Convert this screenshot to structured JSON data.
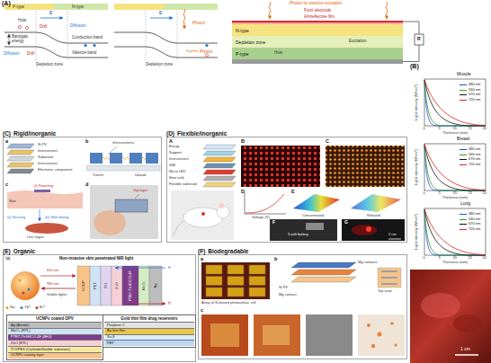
{
  "diagram": {
    "nodes": [
      {
        "text": [
          "N-type"
        ]
      },
      {
        "text": [
          "Depletion zone"
        ]
      },
      {
        "text": [
          "P-type"
        ]
      },
      {
        "text": [
          "(C)",
          "Rigid/inorganic"
        ]
      },
      {
        "text": [
          "(D)",
          "Flexible/inorganic"
        ]
      },
      {
        "text": [
          "(E)",
          "Organic"
        ]
      },
      {
        "text": [
          "UCNPs coated OPV"
        ],
        "in": 5
      },
      {
        "text": [
          "Ag (Anode)"
        ],
        "in": 6
      },
      {
        "text": [
          "MoO₃ (HTL)"
        ],
        "in": 6
      },
      {
        "text": [
          "PTB7-Th:IEICO-4F (BHJ)"
        ],
        "in": 6
      },
      {
        "text": [
          "ZnO (ETL)"
        ],
        "in": 6
      },
      {
        "text": [
          "ITO/PES (Cathode/flexible substrate)"
        ],
        "in": 6
      },
      {
        "text": [
          "UCNPs coating layer"
        ],
        "in": 6
      },
      {
        "text": [
          "Gold thin film drug reservoirs"
        ],
        "in": 5
      },
      {
        "text": [
          "Parylene C"
        ],
        "in": 13
      },
      {
        "text": [
          "Au thin film"
        ],
        "in": 13
      },
      {
        "text": [
          "Su-8"
        ],
        "in": 13
      },
      {
        "text": [
          "PET"
        ],
        "in": 13
      },
      {
        "text": [
          "(F)",
          "Biodegradable"
        ]
      }
    ],
    "labels": [
      "(A)",
      "P-type",
      "N-type",
      "E",
      "Hole",
      "Drift",
      "Diffusion",
      "Bandgap energy",
      "Conduction band",
      "Valence band",
      "Diffusion",
      "Drift",
      "Depletion zone",
      "E",
      "Photon",
      "Photon",
      "Depletion zone",
      "Photon for electron excitation",
      "Front electrode",
      "Antireflective film",
      "Excitation",
      "Hole",
      "R",
      "(B)",
      "Muscle",
      "0",
      "5",
      "10",
      "15",
      "20",
      "Thickness (mm)",
      "Light intensity (W/cm²)",
      "Breast",
      "0",
      "5",
      "10",
      "15",
      "20",
      "Thickness (mm)",
      "Light intensity (W/cm²)",
      "Lung",
      "0",
      "5",
      "10",
      "15",
      "20",
      "Thickness (mm)",
      "Light intensity (W/cm²)",
      "a",
      "Si PV",
      "Interconnect",
      "Substrate",
      "Interconnect",
      "Electronic component",
      "b",
      "Interconnects",
      "Trench",
      "Islands",
      "c",
      "(i) Powering",
      "Skin",
      "(ii) Sensing",
      "(iii) Stimulating",
      "Live organ",
      "d",
      "Top layer",
      "A",
      "Encap.",
      "Support",
      "Interconnect",
      "SiM",
      "Micro LED",
      "Heat sink",
      "Flexible substrate",
      "B",
      "C",
      "D",
      "Voltage (V)",
      "E",
      "Concentrated",
      "Relaxed",
      "F",
      "3-volt battery",
      "G",
      "2 cm",
      "(a)",
      "Non-invasive skin penetrated NIR light",
      "650 nm",
      "980 nm",
      "Visible lights",
      "Na⁺",
      "Yb³⁺",
      "Er³⁺",
      "UCNP",
      "PET",
      "ITO",
      "ZnO",
      "PTB7-Th:IEICO-4F",
      "MoO₃",
      "Ag",
      "e⁻",
      "h⁺",
      "a",
      "Array of Si-based photovoltaic cell",
      "b",
      "Mg contacts",
      "Si PV",
      "Mg contact",
      "Top view",
      "c",
      "1 cm"
    ],
    "legend": [
      {
        "text": "480 nm"
      },
      {
        "text": "560 nm"
      },
      {
        "text": "670 nm"
      },
      {
        "text": "720 nm"
      },
      {
        "text": "480 nm"
      },
      {
        "text": "560 nm"
      },
      {
        "text": "670 nm"
      },
      {
        "text": "720 nm"
      },
      {
        "text": "480 nm"
      },
      {
        "text": "560 nm"
      },
      {
        "text": "670 nm"
      },
      {
        "text": "720 nm"
      }
    ]
  }
}
